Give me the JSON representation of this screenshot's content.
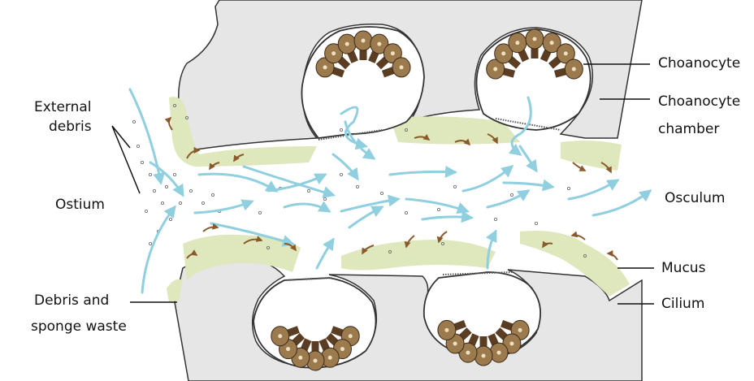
{
  "labels": {
    "external_debris": [
      "External",
      "debris"
    ],
    "ostium": "Ostium",
    "debris_waste": [
      "Debris and",
      "sponge waste"
    ],
    "choanocyte": "Choanocyte",
    "choanocyte_chamber": [
      "Choanocyte",
      "chamber"
    ],
    "osculum": "Osculum",
    "mucus": "Mucus",
    "cilium": "Cilium"
  },
  "colors": {
    "tissue": "#e6e6e6",
    "outline": "#333333",
    "water_flow": "#8fcfe0",
    "mucus": "#dfe7bd",
    "cell_body": "#9b7a4e",
    "cell_collar": "#5a3d23",
    "current_arrow": "#8a5a2b"
  }
}
